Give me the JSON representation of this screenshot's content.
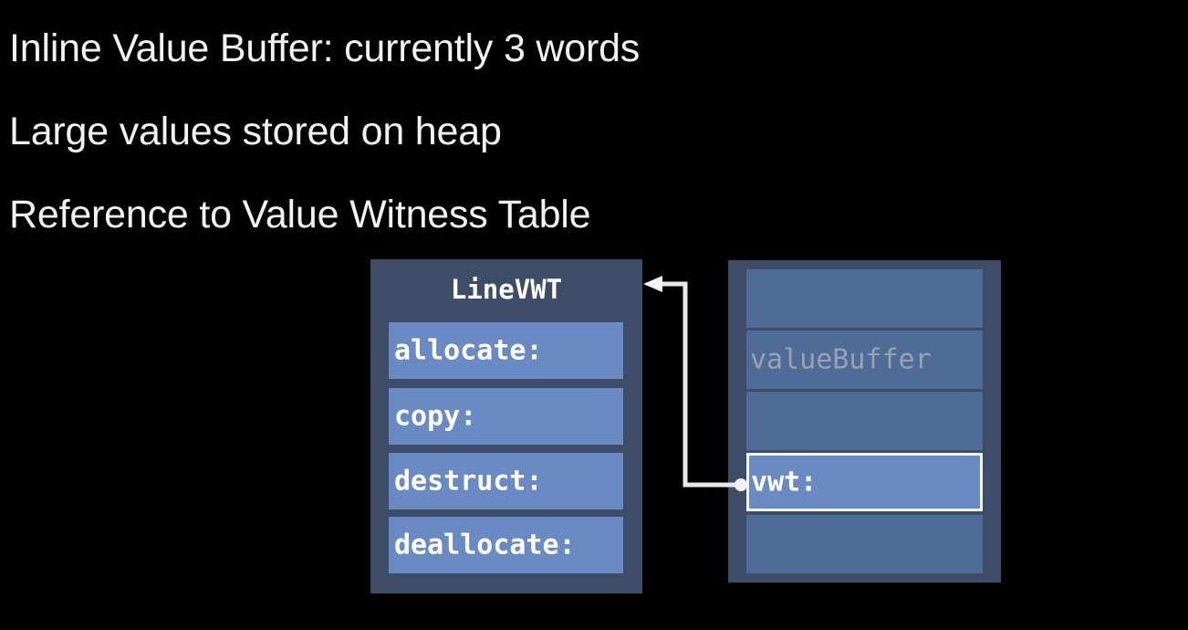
{
  "slide": {
    "background_color": "#000000",
    "bullets": [
      "Inline Value Buffer: currently 3 words",
      "Large values stored on heap",
      "Reference to Value Witness Table"
    ]
  },
  "diagram": {
    "colors": {
      "container": "#3d4d67",
      "row_light": "#6a8ac4",
      "row_medium": "#4f6b97",
      "highlight_border": "#f4f4f4",
      "text_primary": "#ffffff",
      "text_dim": "#98a2b2",
      "connector": "#e8e8e8"
    },
    "vwt_table": {
      "title": "LineVWT",
      "rows": [
        {
          "label": "allocate:"
        },
        {
          "label": "copy:"
        },
        {
          "label": "destruct:"
        },
        {
          "label": "deallocate:"
        }
      ]
    },
    "instance_box": {
      "rows": [
        {
          "label": "",
          "style": "empty"
        },
        {
          "label": "valueBuffer",
          "style": "dim"
        },
        {
          "label": "",
          "style": "empty"
        },
        {
          "label": "vwt:",
          "style": "highlight"
        },
        {
          "label": "",
          "style": "empty"
        }
      ]
    },
    "connector": {
      "from": "vwt:",
      "to": "LineVWT",
      "arrow": "left-arrowhead",
      "endpoint_marker": "dot"
    }
  }
}
